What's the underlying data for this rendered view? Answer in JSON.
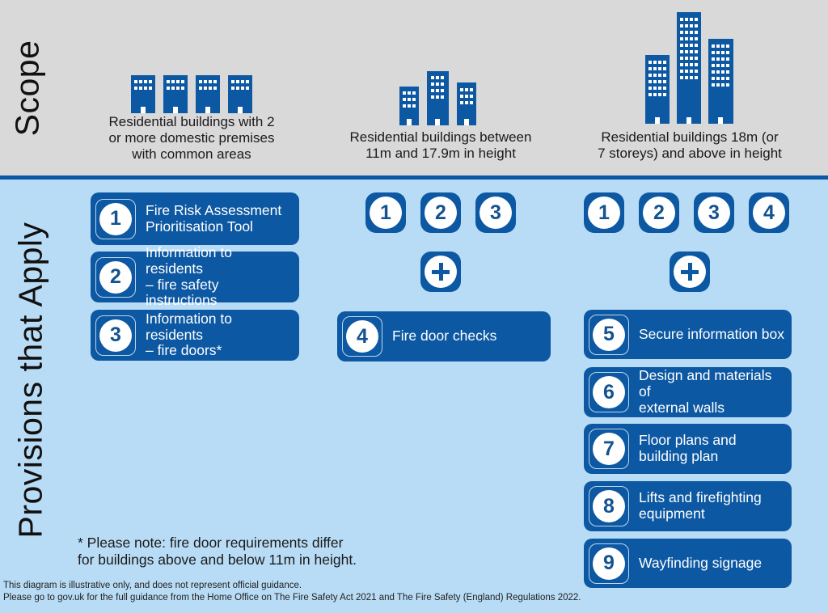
{
  "scope": {
    "label": "Scope",
    "captions": {
      "small": "Residential buildings with 2\nor more domestic premises\nwith common areas",
      "medium": "Residential buildings between\n11m and 17.9m in height",
      "tall": "Residential buildings 18m (or\n7 storeys) and above in height"
    }
  },
  "provisions": {
    "label": "Provisions that Apply",
    "col1_bars": [
      {
        "num": "1",
        "text": "Fire Risk Assessment\nPrioritisation Tool"
      },
      {
        "num": "2",
        "text": "Information to residents\n– fire safety instructions"
      },
      {
        "num": "3",
        "text": "Information to residents\n– fire doors*"
      }
    ],
    "col2_badges": [
      "1",
      "2",
      "3"
    ],
    "col2_bar": {
      "num": "4",
      "text": "Fire door checks"
    },
    "col3_badges": [
      "1",
      "2",
      "3",
      "4"
    ],
    "col3_bars": [
      {
        "num": "5",
        "text": "Secure information box"
      },
      {
        "num": "6",
        "text": "Design and materials of\nexternal walls"
      },
      {
        "num": "7",
        "text": "Floor plans and\nbuilding plan"
      },
      {
        "num": "8",
        "text": "Lifts and firefighting\nequipment"
      },
      {
        "num": "9",
        "text": "Wayfinding signage"
      }
    ]
  },
  "footnote": "* Please note: fire door requirements differ\nfor buildings above and below 11m in height.",
  "footer": {
    "line1": "This diagram is illustrative only, and does not represent official guidance.",
    "line2": "Please go to gov.uk for the full guidance from the Home Office on The Fire Safety Act 2021 and The Fire Safety (England) Regulations 2022."
  },
  "colors": {
    "dark_blue": "#0d58a3",
    "light_blue": "#b9dcf6",
    "band_gray": "#d9d9d9",
    "badge_number": "#14538f"
  }
}
